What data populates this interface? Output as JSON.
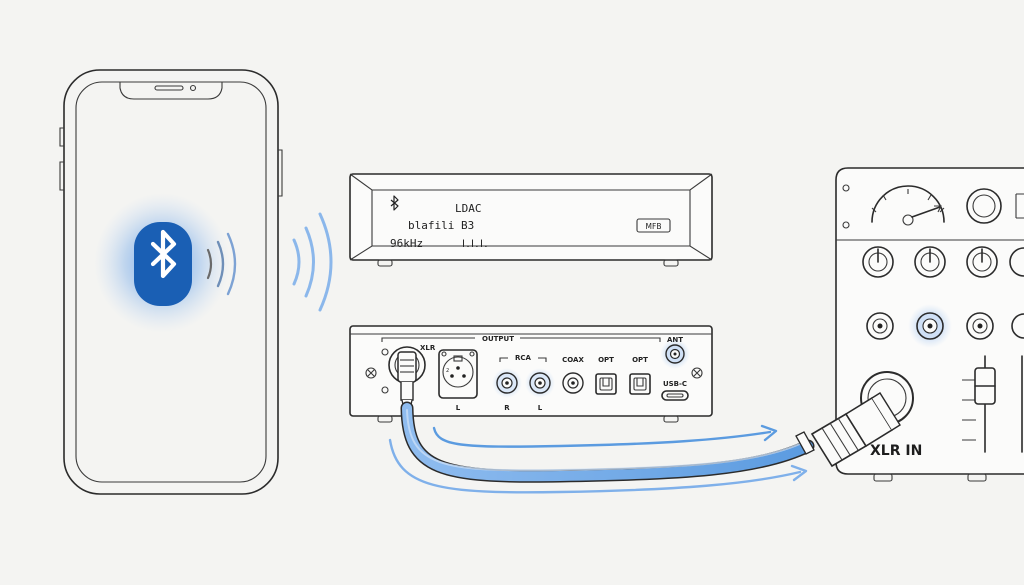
{
  "colors": {
    "background": "#f4f4f2",
    "ink": "#2b2b2b",
    "bluetooth_blue": "#1a5fb4",
    "glow_blue": "#4d8fe6",
    "cable_blue": "#7fb0ea",
    "arrow_blue": "#5b9be0"
  },
  "icons": {
    "bluetooth": "bluetooth-icon",
    "display_bluetooth": "bluetooth-icon"
  },
  "receiver": {
    "display": {
      "codec": "LDAC",
      "device_name": "blafili B3",
      "sample_rate": "96kHz",
      "level_meter": "Ⅰ.Ⅰ.Ⅰ.",
      "button_label": "MFB"
    },
    "rear_panel": {
      "output_label": "OUTPUT",
      "xlr_label": "XLR",
      "xlr_pin_2": "2",
      "xlr_left": "L",
      "rca_label": "RCA",
      "rca_right": "R",
      "rca_left": "L",
      "coax_label": "COAX",
      "opt1_label": "OPT",
      "opt2_label": "OPT",
      "ant_label": "ANT",
      "usb_label": "USB-C"
    }
  },
  "mixer": {
    "input_label": "XLR IN"
  }
}
